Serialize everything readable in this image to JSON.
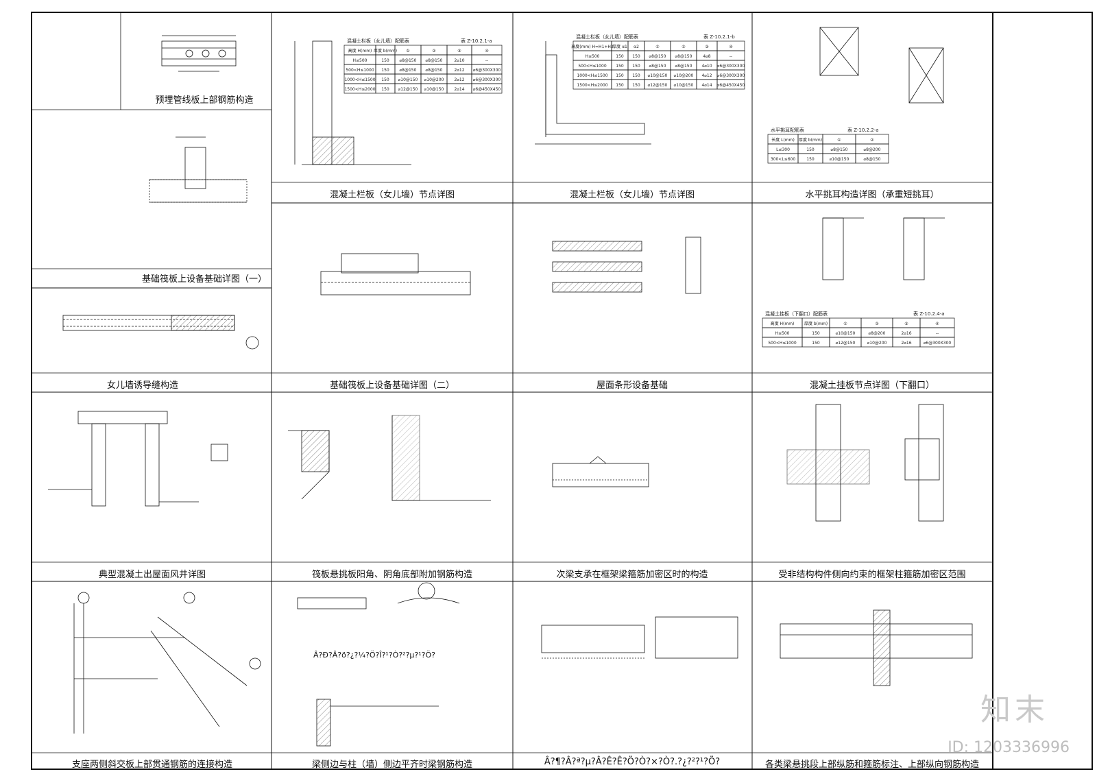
{
  "sheet": {
    "panels": [
      {
        "id": "r1c1",
        "title": "预埋管线板上部钢筋构造"
      },
      {
        "id": "r1c2",
        "title": "混凝土栏板（女儿墙）节点详图"
      },
      {
        "id": "r1c3",
        "title": "混凝土栏板（女儿墙）节点详图"
      },
      {
        "id": "r1c4",
        "title": "水平挑耳构造详图（承重短挑耳）"
      },
      {
        "id": "r2c1",
        "title": "基础筏板上设备基础详图（一）"
      },
      {
        "id": "r2c1b",
        "title": "女儿墙诱导缝构造"
      },
      {
        "id": "r2c2",
        "title": "基础筏板上设备基础详图（二）"
      },
      {
        "id": "r2c3",
        "title": "屋面条形设备基础"
      },
      {
        "id": "r2c4",
        "title": "混凝土挂板节点详图（下翻口）"
      },
      {
        "id": "r3c1",
        "title": "典型混凝土出屋面风井详图"
      },
      {
        "id": "r3c2",
        "title": "筏板悬挑板阳角、阴角底部附加钢筋构造"
      },
      {
        "id": "r3c3",
        "title": "次梁支承在框架梁箍筋加密区时的构造"
      },
      {
        "id": "r3c4",
        "title": "受非结构构件侧向约束的框架柱箍筋加密区范围"
      },
      {
        "id": "r4c1",
        "title": "支座两侧斜交板上部贯通钢筋的连接构造"
      },
      {
        "id": "r4c2",
        "title": "梁侧边与柱（墙）侧边平齐时梁钢筋构造"
      },
      {
        "id": "r4c2b",
        "title": "Â?Ð?Â?ö?¿?¼?Ö?Î?¹?Ò?²?µ?¹?Ö?"
      },
      {
        "id": "r4c3",
        "title": "Â?¶?Â?ª?µ?Â?Ê?Ê?Ö?Ò?×?Ò?.?¿?²?¹?Ö?"
      },
      {
        "id": "r4c4",
        "title": "各类梁悬挑段上部纵筋和箍筋标注、上部纵向钢筋构造"
      }
    ],
    "tables": {
      "t1": {
        "title": "混凝土栏板（女儿墙）配筋表",
        "code": "表 Z-10.2.1-a",
        "headers": [
          "高度 H(mm)",
          "厚度 b(mm)",
          "①",
          "②",
          "③",
          "④"
        ],
        "rows": [
          [
            "H≤500",
            "150",
            "⌀8@150",
            "⌀8@150",
            "2⌀10",
            "--"
          ],
          [
            "500<H≤1000",
            "150",
            "⌀8@150",
            "⌀8@150",
            "2⌀12",
            "⌀6@300X300"
          ],
          [
            "1000<H≤1500",
            "150",
            "⌀10@150",
            "⌀10@200",
            "2⌀12",
            "⌀6@300X300"
          ],
          [
            "1500<H≤2000",
            "150",
            "⌀12@150",
            "⌀10@150",
            "2⌀14",
            "⌀6@450X450"
          ]
        ]
      },
      "t2": {
        "title": "混凝土栏板（女儿墙）配筋表",
        "code": "表 Z-10.2.1-b",
        "headers": [
          "高度(mm) H=H1+H2",
          "厚度 α1",
          "α2",
          "①",
          "②",
          "③",
          "④"
        ],
        "rows": [
          [
            "H≤500",
            "150",
            "150",
            "⌀8@150",
            "⌀8@150",
            "4⌀8",
            "--"
          ],
          [
            "500<H≤1000",
            "150",
            "150",
            "⌀8@150",
            "⌀8@150",
            "4⌀10",
            "⌀6@300X300"
          ],
          [
            "1000<H≤1500",
            "150",
            "150",
            "⌀10@150",
            "⌀10@200",
            "4⌀12",
            "⌀6@300X300"
          ],
          [
            "1500<H≤2000",
            "150",
            "150",
            "⌀12@150",
            "⌀10@150",
            "4⌀14",
            "⌀6@450X450"
          ]
        ]
      },
      "t3": {
        "title": "水平挑耳配筋表",
        "code": "表 Z-10.2.2-a",
        "headers": [
          "长度 L(mm)",
          "厚度 b(mm)",
          "①",
          "②"
        ],
        "rows": [
          [
            "L≤300",
            "150",
            "⌀8@150",
            "⌀8@200"
          ],
          [
            "300<L≤600",
            "150",
            "⌀10@150",
            "⌀8@150"
          ]
        ]
      },
      "t4": {
        "title": "混凝土挂板（下翻口）配筋表",
        "code": "表 Z-10.2.4-a",
        "headers": [
          "高度 H(mm)",
          "厚度 b(mm)",
          "①",
          "②",
          "③",
          "④"
        ],
        "rows": [
          [
            "H≤500",
            "150",
            "⌀10@150",
            "⌀8@200",
            "2⌀16",
            "--"
          ],
          [
            "500<H≤1000",
            "150",
            "⌀12@150",
            "⌀10@200",
            "2⌀16",
            "⌀6@300X300"
          ]
        ]
      }
    },
    "watermark": {
      "logo": "知末",
      "id": "ID: 1203336996"
    }
  }
}
